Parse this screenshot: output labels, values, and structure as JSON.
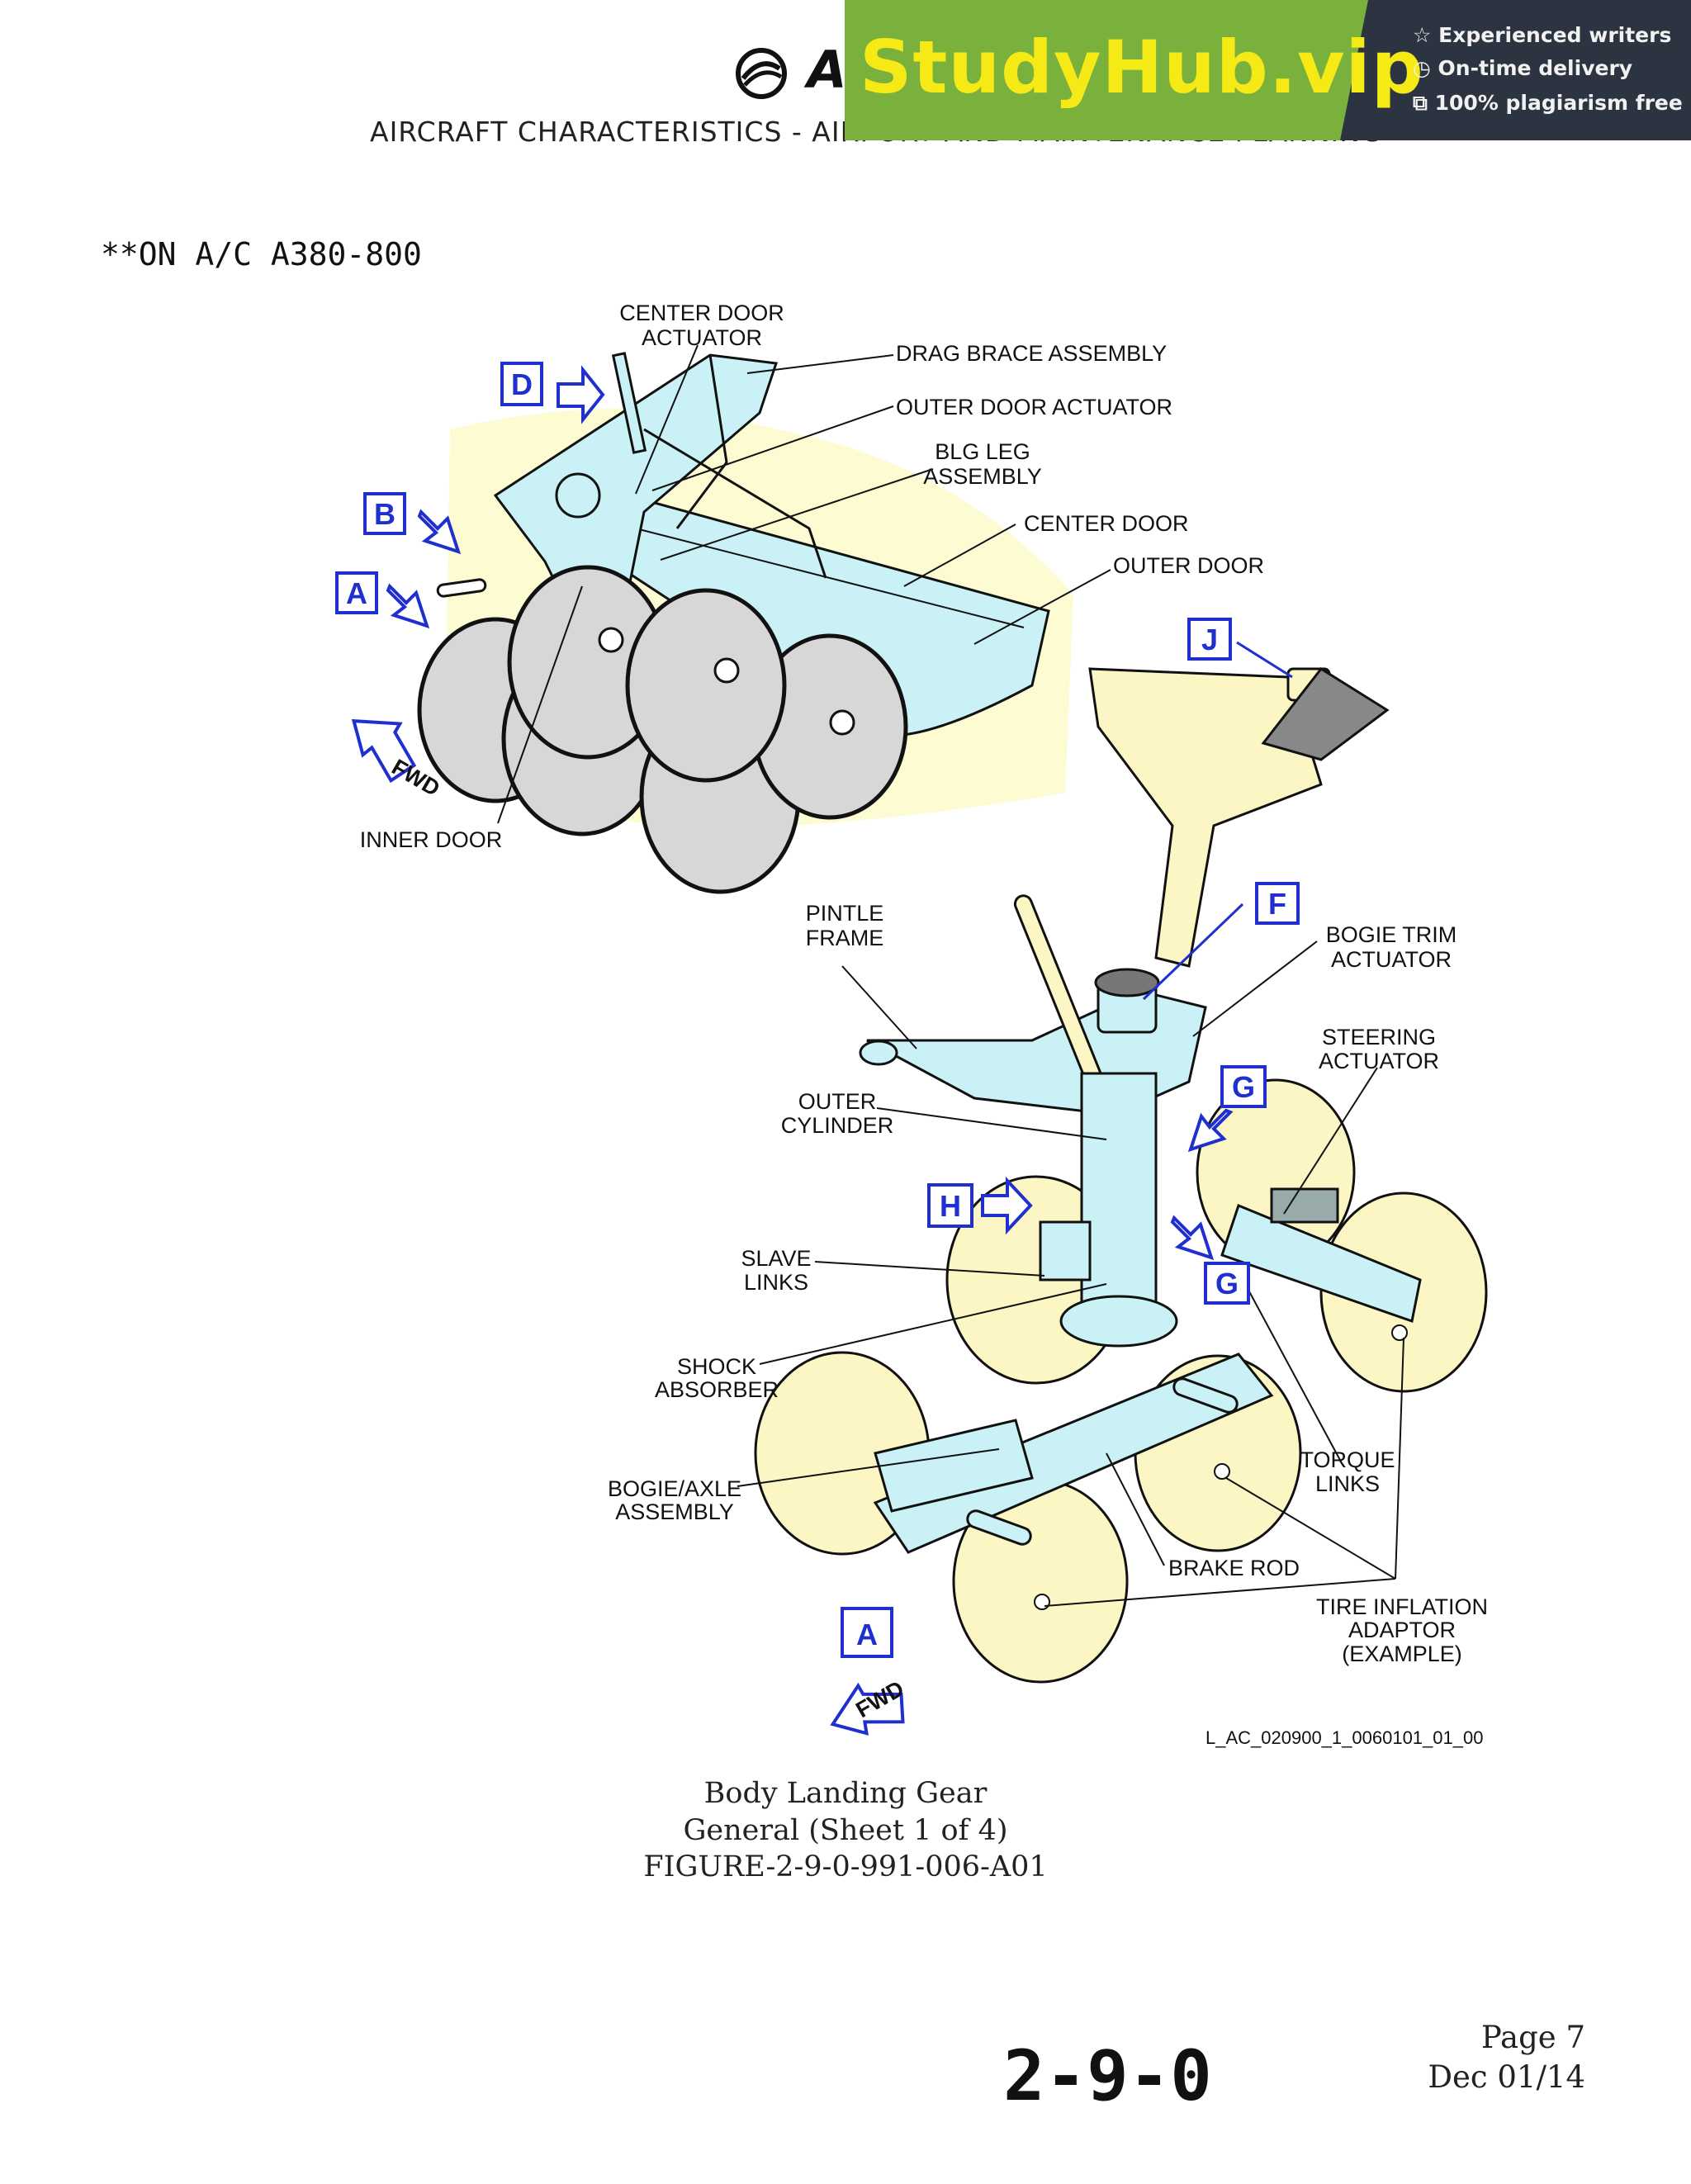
{
  "header": {
    "logo_text": "AIRBUS",
    "subtitle": "AIRCRAFT CHARACTERISTICS - AIRPORT AND MAINTENANCE PLANNING"
  },
  "banner": {
    "brand": "StudyHub.vip",
    "features": [
      "Experienced writers",
      "On-time delivery",
      "100% plagiarism free"
    ],
    "feature_icons": [
      "star-icon",
      "clock-icon",
      "copy-icon"
    ],
    "colors": {
      "green": "#7ab03c",
      "dark": "#2c3441",
      "brand_text": "#f5ea16"
    }
  },
  "applicability": "**ON A/C A380-800",
  "diagram": {
    "labels": {
      "center_door_actuator": [
        "CENTER DOOR",
        "ACTUATOR"
      ],
      "drag_brace_assembly": "DRAG BRACE ASSEMBLY",
      "outer_door_actuator": "OUTER DOOR ACTUATOR",
      "blg_leg_assembly": [
        "BLG LEG",
        "ASSEMBLY"
      ],
      "center_door": "CENTER DOOR",
      "outer_door": "OUTER DOOR",
      "inner_door": "INNER DOOR",
      "pintle_frame": [
        "PINTLE",
        "FRAME"
      ],
      "bogie_trim_actuator": [
        "BOGIE TRIM",
        "ACTUATOR"
      ],
      "steering_actuator": [
        "STEERING",
        "ACTUATOR"
      ],
      "outer_cylinder": [
        "OUTER",
        "CYLINDER"
      ],
      "slave_links": [
        "SLAVE",
        "LINKS"
      ],
      "shock_absorber": [
        "SHOCK",
        "ABSORBER"
      ],
      "bogie_axle_assembly": [
        "BOGIE/AXLE",
        "ASSEMBLY"
      ],
      "torque_links": [
        "TORQUE",
        "LINKS"
      ],
      "brake_rod": "BRAKE ROD",
      "tire_inflation_adaptor": [
        "TIRE INFLATION",
        "ADAPTOR",
        "(EXAMPLE)"
      ],
      "fwd": "FWD"
    },
    "callouts": {
      "A": "A",
      "B": "B",
      "D": "D",
      "F": "F",
      "G": "G",
      "H": "H",
      "J": "J"
    },
    "colors": {
      "leg": "#c9f1f6",
      "wheel_top": "#d7d7d7",
      "wheel_bottom": "#fbf6c4",
      "callout": "#1f2fd0",
      "halo": "#fdfbd2"
    }
  },
  "reference": "L_AC_020900_1_0060101_01_00",
  "caption": {
    "line1": "Body Landing Gear",
    "line2": "General (Sheet 1 of 4)",
    "line3": "FIGURE-2-9-0-991-006-A01"
  },
  "footer": {
    "code": "2-9-0",
    "page": "Page 7",
    "date": "Dec 01/14"
  }
}
